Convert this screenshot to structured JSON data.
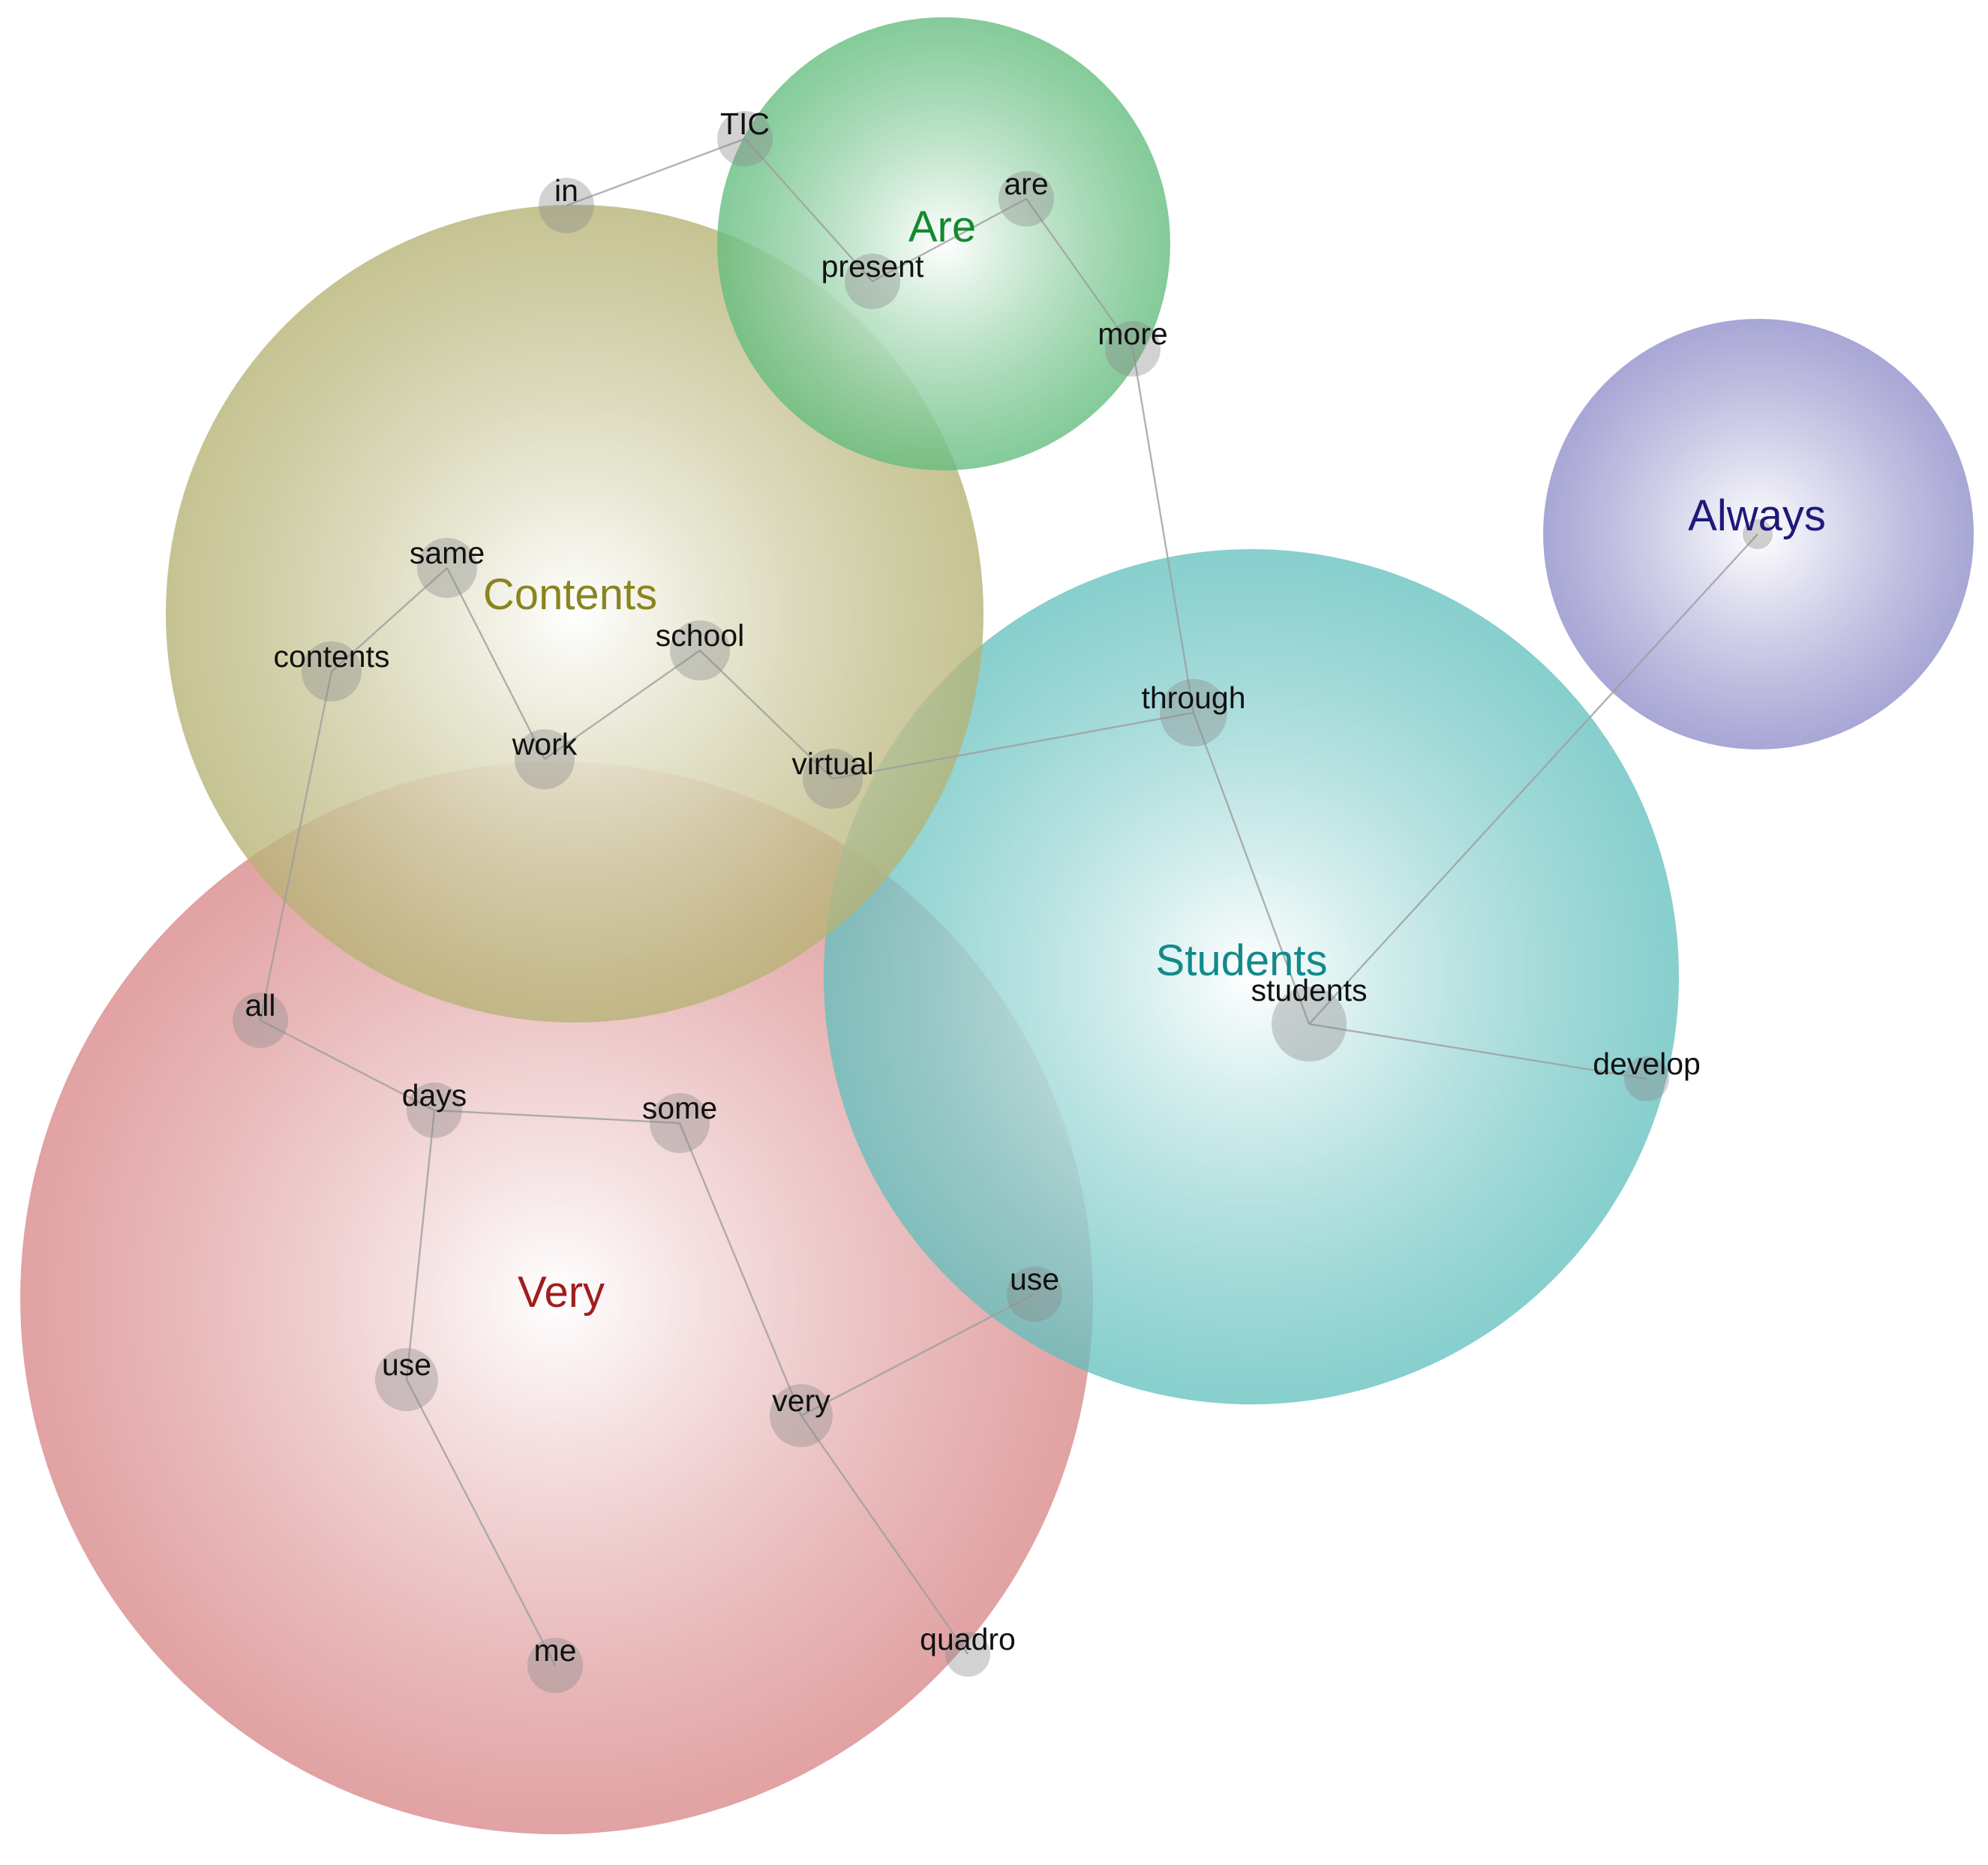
{
  "clusters": [
    {
      "id": "very",
      "label": "Very",
      "color": "#d9888a",
      "text_color": "#a31d1d"
    },
    {
      "id": "contents",
      "label": "Contents",
      "color": "#b9b67a",
      "text_color": "#8a8420"
    },
    {
      "id": "students",
      "label": "Students",
      "color": "#66c2c0",
      "text_color": "#128a8a"
    },
    {
      "id": "are",
      "label": "Are",
      "color": "#6cc186",
      "text_color": "#138a2e"
    },
    {
      "id": "always",
      "label": "Always",
      "color": "#9a98cf",
      "text_color": "#1d1a7a"
    }
  ],
  "nodes": [
    {
      "id": "tic",
      "label": "TIC"
    },
    {
      "id": "in",
      "label": "in"
    },
    {
      "id": "are",
      "label": "are"
    },
    {
      "id": "present",
      "label": "present"
    },
    {
      "id": "more",
      "label": "more"
    },
    {
      "id": "same",
      "label": "same"
    },
    {
      "id": "contents",
      "label": "contents"
    },
    {
      "id": "school",
      "label": "school"
    },
    {
      "id": "work",
      "label": "work"
    },
    {
      "id": "virtual",
      "label": "virtual"
    },
    {
      "id": "through",
      "label": "through"
    },
    {
      "id": "students",
      "label": "students"
    },
    {
      "id": "develop",
      "label": "develop"
    },
    {
      "id": "all",
      "label": "all"
    },
    {
      "id": "days",
      "label": "days"
    },
    {
      "id": "some",
      "label": "some"
    },
    {
      "id": "use1",
      "label": "use"
    },
    {
      "id": "use2",
      "label": "use"
    },
    {
      "id": "very",
      "label": "very"
    },
    {
      "id": "me",
      "label": "me"
    },
    {
      "id": "quadro",
      "label": "quadro"
    }
  ],
  "edges": [
    [
      "in",
      "tic"
    ],
    [
      "tic",
      "present"
    ],
    [
      "present",
      "are"
    ],
    [
      "are",
      "more"
    ],
    [
      "more",
      "through"
    ],
    [
      "through",
      "virtual"
    ],
    [
      "through",
      "students"
    ],
    [
      "students",
      "develop"
    ],
    [
      "students",
      "always_hub"
    ],
    [
      "virtual",
      "school"
    ],
    [
      "school",
      "work"
    ],
    [
      "work",
      "same"
    ],
    [
      "same",
      "contents"
    ],
    [
      "contents",
      "all"
    ],
    [
      "all",
      "days"
    ],
    [
      "days",
      "some"
    ],
    [
      "days",
      "use1"
    ],
    [
      "use1",
      "me"
    ],
    [
      "some",
      "very"
    ],
    [
      "very",
      "use2"
    ],
    [
      "very",
      "quadro"
    ]
  ]
}
